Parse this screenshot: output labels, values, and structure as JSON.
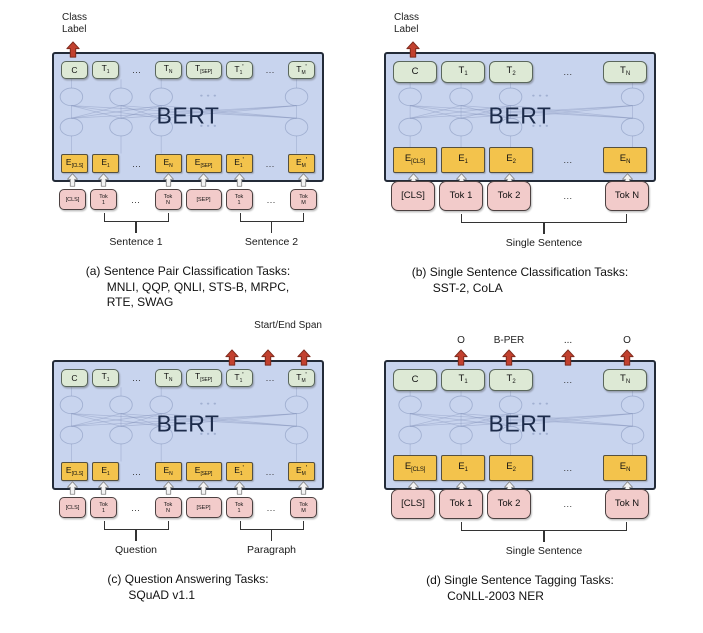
{
  "colors": {
    "blue_box_fill": "#c8d4ee",
    "blue_box_border": "#232b38",
    "green_box_fill": "#dde9d5",
    "yellow_box_fill": "#f3c34c",
    "pink_box_fill": "#f2cbca",
    "red_arrow_fill": "#c2412f",
    "red_arrow_stroke": "#7e2a1c",
    "gray_arrow_fill": "#f3f3f3",
    "gray_arrow_stroke": "#808080",
    "bert_text": "#1c2b4a"
  },
  "figure": {
    "panels": [
      {
        "id": "a",
        "variant": "pair",
        "bert_label": "BERT",
        "annotation": {
          "align": "left",
          "lines": [
            "Class",
            "Label"
          ]
        },
        "red_arrow_cols": [
          0
        ],
        "tag_labels": {},
        "columns": [
          {
            "kind": "box",
            "t": {
              "m": "C"
            },
            "e": {
              "m": "E",
              "sub": "[CLS]"
            },
            "tok": [
              "[CLS]"
            ]
          },
          {
            "kind": "box",
            "t": {
              "m": "T",
              "sub": "1"
            },
            "e": {
              "m": "E",
              "sub": "1"
            },
            "tok": [
              "Tok",
              "1"
            ]
          },
          {
            "kind": "dots",
            "text": "..."
          },
          {
            "kind": "box",
            "t": {
              "m": "T",
              "sub": "N"
            },
            "e": {
              "m": "E",
              "sub": "N"
            },
            "tok": [
              "Tok",
              "N"
            ]
          },
          {
            "kind": "box",
            "wide": true,
            "t": {
              "m": "T",
              "sub": "[SEP]"
            },
            "e": {
              "m": "E",
              "sub": "[SEP]"
            },
            "tok": [
              "[SEP]"
            ]
          },
          {
            "kind": "box",
            "t": {
              "m": "T",
              "sub": "1",
              "prime": "'"
            },
            "e": {
              "m": "E",
              "sub": "1",
              "prime": "'"
            },
            "tok": [
              "Tok",
              "1"
            ]
          },
          {
            "kind": "dots",
            "text": "..."
          },
          {
            "kind": "box",
            "t": {
              "m": "T",
              "sub": "M",
              "prime": "'"
            },
            "e": {
              "m": "E",
              "sub": "M",
              "prime": "'"
            },
            "tok": [
              "Tok",
              "M"
            ]
          }
        ],
        "braces": [
          {
            "from": 1,
            "to": 3,
            "label": "Sentence 1"
          },
          {
            "from": 5,
            "to": 7,
            "label": "Sentence 2"
          }
        ],
        "caption": [
          "(a) Sentence Pair Classification Tasks:",
          "MNLI, QQP, QNLI, STS-B, MRPC,",
          "RTE, SWAG"
        ]
      },
      {
        "id": "b",
        "variant": "single",
        "bert_label": "BERT",
        "annotation": {
          "align": "left",
          "lines": [
            "Class",
            "Label"
          ]
        },
        "red_arrow_cols": [
          0
        ],
        "tag_labels": {},
        "columns": [
          {
            "kind": "box",
            "t": {
              "m": "C"
            },
            "e": {
              "m": "E",
              "sub": "[CLS]"
            },
            "tok": [
              "[CLS]"
            ]
          },
          {
            "kind": "box",
            "t": {
              "m": "T",
              "sub": "1"
            },
            "e": {
              "m": "E",
              "sub": "1"
            },
            "tok": [
              "Tok 1"
            ]
          },
          {
            "kind": "box",
            "t": {
              "m": "T",
              "sub": "2"
            },
            "e": {
              "m": "E",
              "sub": "2"
            },
            "tok": [
              "Tok 2"
            ]
          },
          {
            "kind": "dots",
            "text": "..."
          },
          {
            "kind": "box",
            "t": {
              "m": "T",
              "sub": "N"
            },
            "e": {
              "m": "E",
              "sub": "N"
            },
            "tok": [
              "Tok N"
            ]
          }
        ],
        "braces": [
          {
            "from": 1,
            "to": 4,
            "label": "Single Sentence"
          }
        ],
        "caption": [
          "(b) Single Sentence Classification Tasks:",
          "SST-2, CoLA"
        ]
      },
      {
        "id": "c",
        "variant": "pair",
        "bert_label": "BERT",
        "annotation": {
          "align": "right",
          "lines": [
            "Start/End Span"
          ]
        },
        "red_arrow_cols": [
          5,
          6,
          7
        ],
        "tag_labels": {},
        "columns": [
          {
            "kind": "box",
            "t": {
              "m": "C"
            },
            "e": {
              "m": "E",
              "sub": "[CLS]"
            },
            "tok": [
              "[CLS]"
            ]
          },
          {
            "kind": "box",
            "t": {
              "m": "T",
              "sub": "1"
            },
            "e": {
              "m": "E",
              "sub": "1"
            },
            "tok": [
              "Tok",
              "1"
            ]
          },
          {
            "kind": "dots",
            "text": "..."
          },
          {
            "kind": "box",
            "t": {
              "m": "T",
              "sub": "N"
            },
            "e": {
              "m": "E",
              "sub": "N"
            },
            "tok": [
              "Tok",
              "N"
            ]
          },
          {
            "kind": "box",
            "wide": true,
            "t": {
              "m": "T",
              "sub": "[SEP]"
            },
            "e": {
              "m": "E",
              "sub": "[SEP]"
            },
            "tok": [
              "[SEP]"
            ]
          },
          {
            "kind": "box",
            "t": {
              "m": "T",
              "sub": "1",
              "prime": "'"
            },
            "e": {
              "m": "E",
              "sub": "1",
              "prime": "'"
            },
            "tok": [
              "Tok",
              "1"
            ]
          },
          {
            "kind": "dots",
            "text": "..."
          },
          {
            "kind": "box",
            "t": {
              "m": "T",
              "sub": "M",
              "prime": "'"
            },
            "e": {
              "m": "E",
              "sub": "M",
              "prime": "'"
            },
            "tok": [
              "Tok",
              "M"
            ]
          }
        ],
        "braces": [
          {
            "from": 1,
            "to": 3,
            "label": "Question"
          },
          {
            "from": 5,
            "to": 7,
            "label": "Paragraph"
          }
        ],
        "caption": [
          "(c) Question Answering Tasks:",
          "SQuAD v1.1"
        ]
      },
      {
        "id": "d",
        "variant": "single",
        "bert_label": "BERT",
        "annotation": null,
        "red_arrow_cols": [
          1,
          2,
          3,
          4
        ],
        "tag_labels": {
          "1": "O",
          "2": "B-PER",
          "3": "...",
          "4": "O"
        },
        "columns": [
          {
            "kind": "box",
            "t": {
              "m": "C"
            },
            "e": {
              "m": "E",
              "sub": "[CLS]"
            },
            "tok": [
              "[CLS]"
            ]
          },
          {
            "kind": "box",
            "t": {
              "m": "T",
              "sub": "1"
            },
            "e": {
              "m": "E",
              "sub": "1"
            },
            "tok": [
              "Tok 1"
            ]
          },
          {
            "kind": "box",
            "t": {
              "m": "T",
              "sub": "2"
            },
            "e": {
              "m": "E",
              "sub": "2"
            },
            "tok": [
              "Tok 2"
            ]
          },
          {
            "kind": "dots",
            "text": "..."
          },
          {
            "kind": "box",
            "t": {
              "m": "T",
              "sub": "N"
            },
            "e": {
              "m": "E",
              "sub": "N"
            },
            "tok": [
              "Tok N"
            ]
          }
        ],
        "braces": [
          {
            "from": 1,
            "to": 4,
            "label": "Single Sentence"
          }
        ],
        "caption": [
          "(d) Single Sentence Tagging Tasks:",
          "CoNLL-2003 NER"
        ]
      }
    ]
  }
}
